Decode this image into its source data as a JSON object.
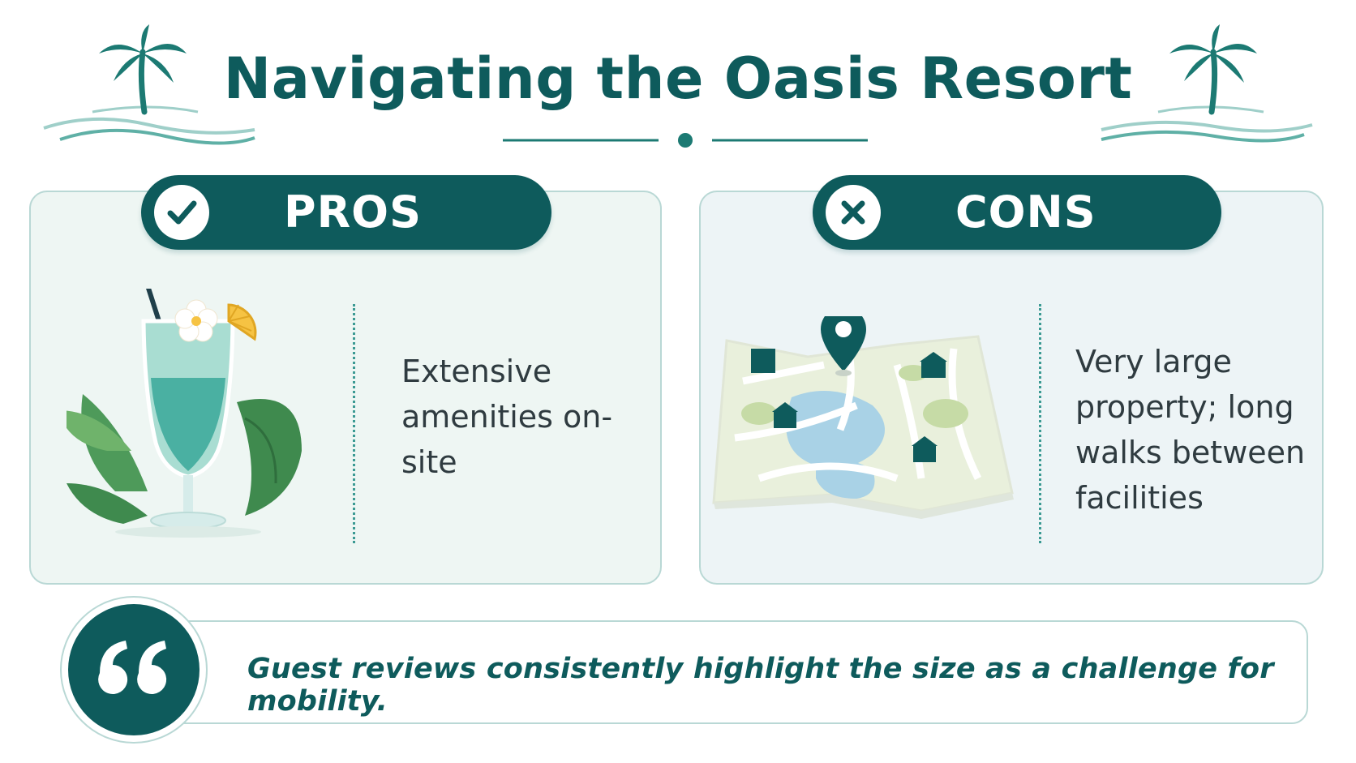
{
  "header": {
    "title": "Navigating the Oasis Resort"
  },
  "pros": {
    "label": "PROS",
    "icon": "check-icon",
    "text": "Extensive amenities on-site",
    "illustration": "tropical-drink-icon"
  },
  "cons": {
    "label": "CONS",
    "icon": "x-icon",
    "text": "Very large property; long walks between facilities",
    "illustration": "resort-map-icon"
  },
  "quote": {
    "icon": "quote-icon",
    "text": "Guest reviews consistently highlight the size as a challenge for mobility."
  },
  "colors": {
    "primary": "#0e5b5c",
    "card_border": "#b9d8d5",
    "pros_bg": "#eef6f3",
    "cons_bg": "#edf4f6",
    "text": "#2f3b40"
  }
}
